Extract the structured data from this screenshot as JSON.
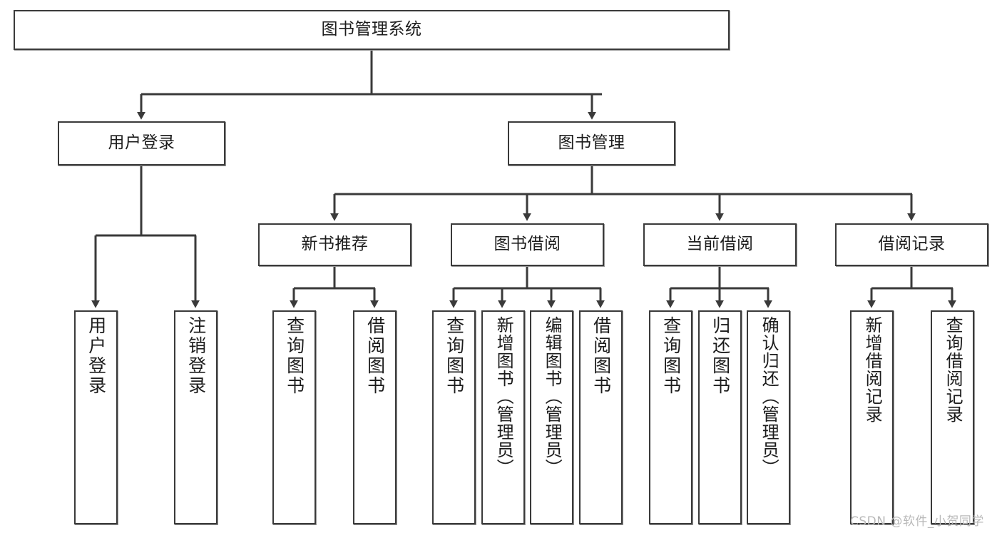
{
  "diagram": {
    "type": "tree-hierarchy-chart",
    "title": "图书管理系统",
    "stroke_color": "#3a3a3a",
    "background": "#ffffff",
    "root": {
      "label": "图书管理系统",
      "children": [
        {
          "label": "用户登录",
          "children": [
            {
              "label": "用户登录"
            },
            {
              "label": "注销登录"
            }
          ]
        },
        {
          "label": "图书管理",
          "children": [
            {
              "label": "新书推荐",
              "children": [
                {
                  "label": "查询图书"
                },
                {
                  "label": "借阅图书"
                }
              ]
            },
            {
              "label": "图书借阅",
              "children": [
                {
                  "label": "查询图书"
                },
                {
                  "label": "新增图书（管理员）"
                },
                {
                  "label": "编辑图书（管理员）"
                },
                {
                  "label": "借阅图书"
                }
              ]
            },
            {
              "label": "当前借阅",
              "children": [
                {
                  "label": "查询图书"
                },
                {
                  "label": "归还图书"
                },
                {
                  "label": "确认归还（管理员）"
                }
              ]
            },
            {
              "label": "借阅记录",
              "children": [
                {
                  "label": "新增借阅记录"
                },
                {
                  "label": "查询借阅记录"
                }
              ]
            }
          ]
        }
      ]
    }
  },
  "watermark": {
    "text": "CSDN @软件_小贺同学",
    "color": "#b9b9b9"
  }
}
